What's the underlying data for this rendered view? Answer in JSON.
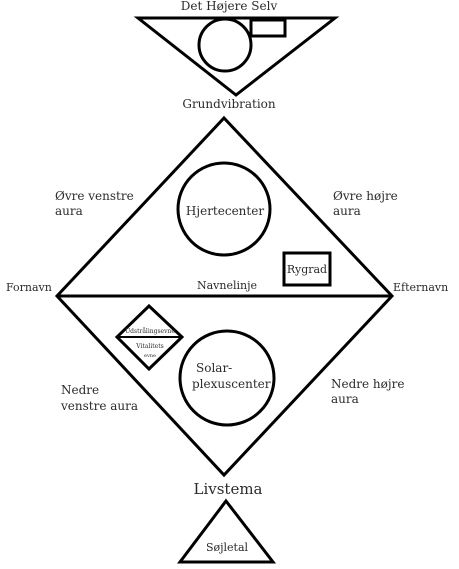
{
  "labels": {
    "top_title": "Det Højere Selv",
    "grundvibration": "Grundvibration",
    "ovre_venstre_1": "Øvre venstre",
    "ovre_venstre_2": "aura",
    "ovre_hojre_1": "Øvre højre",
    "ovre_hojre_2": "aura",
    "hjertecenter": "Hjertecenter",
    "rygrad": "Rygrad",
    "fornavn": "Fornavn",
    "navnelinje": "Navnelinje",
    "efternavn": "Efternavn",
    "udstraalingsevne": "Udstrålingsevne",
    "vitalitet": "Vitalitets",
    "vitalitet_2": "evne",
    "solar_1": "Solar-",
    "solar_2": "plexuscenter",
    "nedre_venstre_1": "Nedre",
    "nedre_venstre_2": "venstre aura",
    "nedre_hojre_1": "Nedre højre",
    "nedre_hojre_2": "aura",
    "livstema": "Livstema",
    "sojletal": "Søjletal"
  },
  "colors": {
    "line": "#000000",
    "text": "#2b2b2b",
    "background": "#ffffff"
  }
}
